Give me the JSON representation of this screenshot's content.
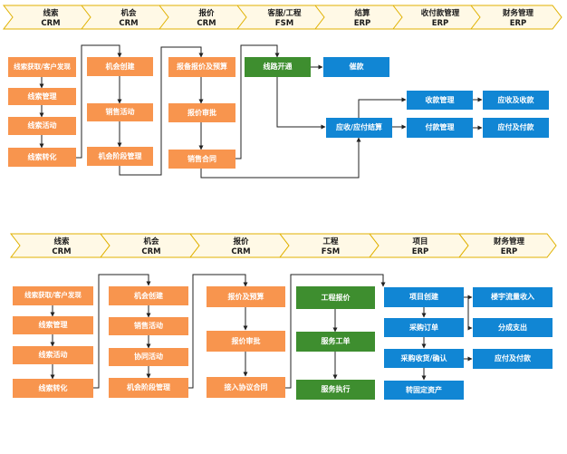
{
  "colors": {
    "orange": "#f8954e",
    "green": "#3e8e2f",
    "blue": "#1186d4",
    "chevron_fill": "#fff9e6",
    "chevron_stroke": "#e0b100",
    "line": "#222222"
  },
  "flow1": {
    "stages": [
      {
        "name": "线索",
        "system": "CRM"
      },
      {
        "name": "机会",
        "system": "CRM"
      },
      {
        "name": "报价",
        "system": "CRM"
      },
      {
        "name": "客服/工程",
        "system": "FSM"
      },
      {
        "name": "结算",
        "system": "ERP"
      },
      {
        "name": "收付款管理",
        "system": "ERP"
      },
      {
        "name": "财务管理",
        "system": "ERP"
      }
    ],
    "boxes": {
      "lead_acquire": "线索获取/客户发现",
      "lead_manage": "线索管理",
      "lead_activity": "线索活动",
      "lead_convert": "线索转化",
      "opp_create": "机会创建",
      "sales_activity": "销售活动",
      "opp_stage": "机会阶段管理",
      "quote_budget": "报备报价及预算",
      "quote_review": "报价审批",
      "sales_contract": "销售合同",
      "line_open": "线路开通",
      "collect": "催款",
      "settlement": "应收/应付结算",
      "receipt_manage": "收款管理",
      "payment_manage": "付款管理",
      "ar": "应收及收款",
      "ap": "应付及付款"
    }
  },
  "flow2": {
    "stages": [
      {
        "name": "线索",
        "system": "CRM"
      },
      {
        "name": "机会",
        "system": "CRM"
      },
      {
        "name": "报价",
        "system": "CRM"
      },
      {
        "name": "工程",
        "system": "FSM"
      },
      {
        "name": "项目",
        "system": "ERP"
      },
      {
        "name": "财务管理",
        "system": "ERP"
      }
    ],
    "boxes": {
      "lead_acquire": "线索获取/客户发现",
      "lead_manage": "线索管理",
      "lead_activity": "线索活动",
      "lead_convert": "线索转化",
      "opp_create": "机会创建",
      "sales_activity": "销售活动",
      "collab_activity": "协同活动",
      "opp_stage": "机会阶段管理",
      "quote_budget": "报价及预算",
      "quote_review": "报价审批",
      "contract": "接入协议合同",
      "eng_quote": "工程报价",
      "service_order": "服务工单",
      "service_exec": "服务执行",
      "project_create": "项目创建",
      "purchase_order": "采购订单",
      "purchase_receipt": "采购收货/确认",
      "fixed_asset": "转固定资产",
      "traffic_income": "楼宇流量收入",
      "share_expense": "分成支出",
      "ap": "应付及付款"
    }
  }
}
